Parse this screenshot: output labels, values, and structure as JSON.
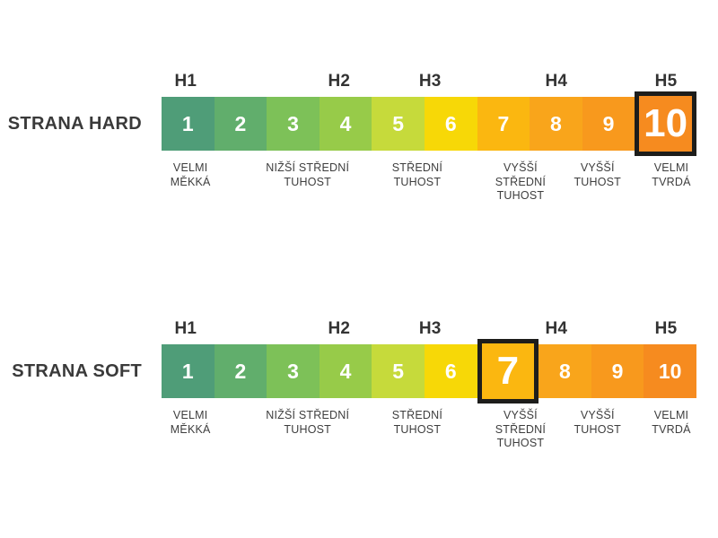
{
  "colors": {
    "background": "#FFFFFF",
    "highlight_border": "#1D1D1B",
    "label_text": "#3A3A3A",
    "group_label_text": "#333333",
    "description_text": "#3E3E3E",
    "cell_number_text": "#FFFFFF"
  },
  "scales": [
    {
      "side_label": "STRANA HARD",
      "highlighted_value": 10,
      "groups": [
        {
          "label": "H1",
          "pos": 4.5
        },
        {
          "label": "H2",
          "pos": 33.2
        },
        {
          "label": "H3",
          "pos": 50.2
        },
        {
          "label": "H4",
          "pos": 73.8
        },
        {
          "label": "H5",
          "pos": 94.3
        }
      ],
      "cells": [
        {
          "value": 1,
          "color": "#4F9D78"
        },
        {
          "value": 2,
          "color": "#61AE6C"
        },
        {
          "value": 3,
          "color": "#7DC158"
        },
        {
          "value": 4,
          "color": "#97CB49"
        },
        {
          "value": 5,
          "color": "#C6DA3B"
        },
        {
          "value": 6,
          "color": "#F7D807"
        },
        {
          "value": 7,
          "color": "#FBB710"
        },
        {
          "value": 8,
          "color": "#F9A51B"
        },
        {
          "value": 9,
          "color": "#F8991D"
        },
        {
          "value": 10,
          "color": "#F68B1F"
        }
      ],
      "descriptions": [
        {
          "lines": "VELMI\nMĚKKÁ",
          "pos": 5.4
        },
        {
          "lines": "NIŽŠÍ STŘEDNÍ\nTUHOST",
          "pos": 27.3
        },
        {
          "lines": "STŘEDNÍ\nTUHOST",
          "pos": 47.8
        },
        {
          "lines": "VYŠŠÍ\nSTŘEDNÍ\nTUHOST",
          "pos": 67.1
        },
        {
          "lines": "VYŠŠÍ\nTUHOST",
          "pos": 81.5
        },
        {
          "lines": "VELMI\nTVRDÁ",
          "pos": 95.3
        }
      ]
    },
    {
      "side_label": "STRANA SOFT",
      "highlighted_value": 7,
      "groups": [
        {
          "label": "H1",
          "pos": 4.5
        },
        {
          "label": "H2",
          "pos": 33.2
        },
        {
          "label": "H3",
          "pos": 50.2
        },
        {
          "label": "H4",
          "pos": 73.8
        },
        {
          "label": "H5",
          "pos": 94.3
        }
      ],
      "cells": [
        {
          "value": 1,
          "color": "#4F9D78"
        },
        {
          "value": 2,
          "color": "#61AE6C"
        },
        {
          "value": 3,
          "color": "#7DC158"
        },
        {
          "value": 4,
          "color": "#97CB49"
        },
        {
          "value": 5,
          "color": "#C6DA3B"
        },
        {
          "value": 6,
          "color": "#F7D807"
        },
        {
          "value": 7,
          "color": "#FBB710"
        },
        {
          "value": 8,
          "color": "#F9A51B"
        },
        {
          "value": 9,
          "color": "#F8991D"
        },
        {
          "value": 10,
          "color": "#F68B1F"
        }
      ],
      "descriptions": [
        {
          "lines": "VELMI\nMĚKKÁ",
          "pos": 5.4
        },
        {
          "lines": "NIŽŠÍ STŘEDNÍ\nTUHOST",
          "pos": 27.3
        },
        {
          "lines": "STŘEDNÍ\nTUHOST",
          "pos": 47.8
        },
        {
          "lines": "VYŠŠÍ\nSTŘEDNÍ\nTUHOST",
          "pos": 67.1
        },
        {
          "lines": "VYŠŠÍ\nTUHOST",
          "pos": 81.5
        },
        {
          "lines": "VELMI\nTVRDÁ",
          "pos": 95.3
        }
      ]
    }
  ]
}
